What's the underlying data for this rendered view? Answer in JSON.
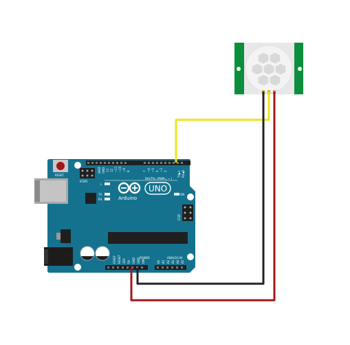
{
  "board": {
    "reset_label": "RESET",
    "icsp2_label": "ICSP2",
    "icsp_label": "ICSP",
    "digital_label": "DIGITAL (PWM= ~ )",
    "power_label": "POWER",
    "analog_label": "ANALOG IN",
    "brand_label": "Arduino",
    "model_label": "UNO",
    "on_label": "ON",
    "l_label": "L",
    "tx_label": "TX",
    "rx_label": "RX",
    "aref_label": "AREF",
    "gnd_label": "GND",
    "pin13_label": "13",
    "pin12_label": "12",
    "pin11_label": "~11",
    "pin10_label": "~10",
    "pin9_label": "~9",
    "pin8_label": "8",
    "pin7_label": "7",
    "pin6_label": "~6",
    "pin5_label": "~5",
    "pin4_label": "4",
    "pin3_label": "~3",
    "pin2_label": "2",
    "pin1_label": "TX▶1",
    "pin0_label": "RX◀0",
    "ioref_label": "IOREF",
    "res_label": "RESET",
    "v33_label": "3V3",
    "v5_label": "5V",
    "gnd1_label": "GND",
    "gnd2_label": "GND",
    "vin_label": "VIN",
    "a0_label": "A0",
    "a1_label": "A1",
    "a2_label": "A2",
    "a3_label": "A3",
    "a4_label": "A4",
    "a5_label": "A5"
  },
  "colors": {
    "board": "#15728f",
    "sensor_pcb": "#0b8f3c",
    "wire_signal": "#f0e21b",
    "wire_gnd": "#222222",
    "wire_power": "#a5151a"
  }
}
